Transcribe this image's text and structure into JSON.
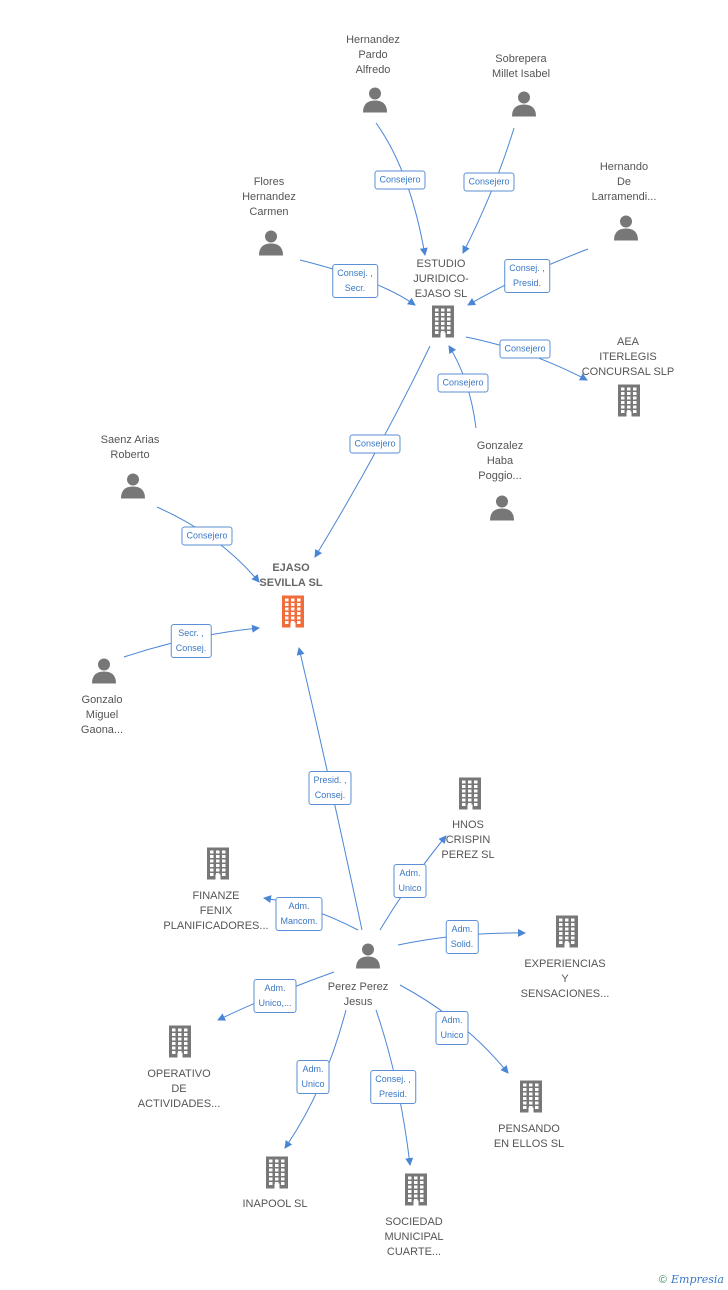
{
  "nodes": [
    {
      "id": "ejaso_sevilla",
      "type": "company",
      "main": true,
      "label": "EJASO\nSEVILLA SL"
    },
    {
      "id": "estudio",
      "type": "company",
      "label": "ESTUDIO\nJURIDICO-\nEJASO SL"
    },
    {
      "id": "aea",
      "type": "company",
      "label": "AEA\nITERLEGIS\nCONCURSAL SLP"
    },
    {
      "id": "hernandez",
      "type": "person",
      "label": "Hernandez\nPardo\nAlfredo"
    },
    {
      "id": "sobrepera",
      "type": "person",
      "label": "Sobrepera\nMillet Isabel"
    },
    {
      "id": "hernando",
      "type": "person",
      "label": "Hernando\nDe\nLarramendi..."
    },
    {
      "id": "flores",
      "type": "person",
      "label": "Flores\nHernandez\nCarmen"
    },
    {
      "id": "gonzalez",
      "type": "person",
      "label": "Gonzalez\nHaba\nPoggio..."
    },
    {
      "id": "saenz",
      "type": "person",
      "label": "Saenz Arias\nRoberto"
    },
    {
      "id": "gonzalo",
      "type": "person",
      "label": "Gonzalo\nMiguel\nGaona..."
    },
    {
      "id": "perez",
      "type": "person",
      "label": "Perez Perez\nJesus"
    },
    {
      "id": "hnos",
      "type": "company",
      "label": "HNOS\nCRISPIN\nPEREZ SL"
    },
    {
      "id": "finanze",
      "type": "company",
      "label": "FINANZE\nFENIX\nPLANIFICADORES..."
    },
    {
      "id": "experiencias",
      "type": "company",
      "label": "EXPERIENCIAS\nY\nSENSACIONES..."
    },
    {
      "id": "operativo",
      "type": "company",
      "label": "OPERATIVO\nDE\nACTIVIDADES..."
    },
    {
      "id": "pensando",
      "type": "company",
      "label": "PENSANDO\nEN ELLOS SL"
    },
    {
      "id": "inapool",
      "type": "company",
      "label": "INAPOOL SL"
    },
    {
      "id": "sociedad",
      "type": "company",
      "label": "SOCIEDAD\nMUNICIPAL\nCUARTE..."
    }
  ],
  "edges": [
    {
      "from": "hernandez",
      "to": "estudio",
      "label": "Consejero"
    },
    {
      "from": "sobrepera",
      "to": "estudio",
      "label": "Consejero"
    },
    {
      "from": "flores",
      "to": "estudio",
      "label": "Consej. ,\nSecr."
    },
    {
      "from": "hernando",
      "to": "estudio",
      "label": "Consej. ,\nPresid."
    },
    {
      "from": "estudio",
      "to": "aea",
      "label": "Consejero"
    },
    {
      "from": "gonzalez",
      "to": "estudio",
      "label": "Consejero"
    },
    {
      "from": "estudio",
      "to": "ejaso_sevilla",
      "label": "Consejero"
    },
    {
      "from": "saenz",
      "to": "ejaso_sevilla",
      "label": "Consejero"
    },
    {
      "from": "gonzalo",
      "to": "ejaso_sevilla",
      "label": "Secr. ,\nConsej."
    },
    {
      "from": "perez",
      "to": "ejaso_sevilla",
      "label": "Presid. ,\nConsej."
    },
    {
      "from": "perez",
      "to": "hnos",
      "label": "Adm.\nUnico"
    },
    {
      "from": "perez",
      "to": "finanze",
      "label": "Adm.\nMancom."
    },
    {
      "from": "perez",
      "to": "experiencias",
      "label": "Adm.\nSolid."
    },
    {
      "from": "perez",
      "to": "operativo",
      "label": "Adm.\nUnico,..."
    },
    {
      "from": "perez",
      "to": "pensando",
      "label": "Adm.\nUnico"
    },
    {
      "from": "perez",
      "to": "inapool",
      "label": "Adm.\nUnico"
    },
    {
      "from": "perez",
      "to": "sociedad",
      "label": "Consej. ,\nPresid."
    }
  ],
  "colors": {
    "main_company": "#f26b3a",
    "company": "#777777",
    "person": "#777777",
    "edge": "#4a86d6"
  },
  "footer": {
    "copyright": "©",
    "brand": "Empresia"
  }
}
